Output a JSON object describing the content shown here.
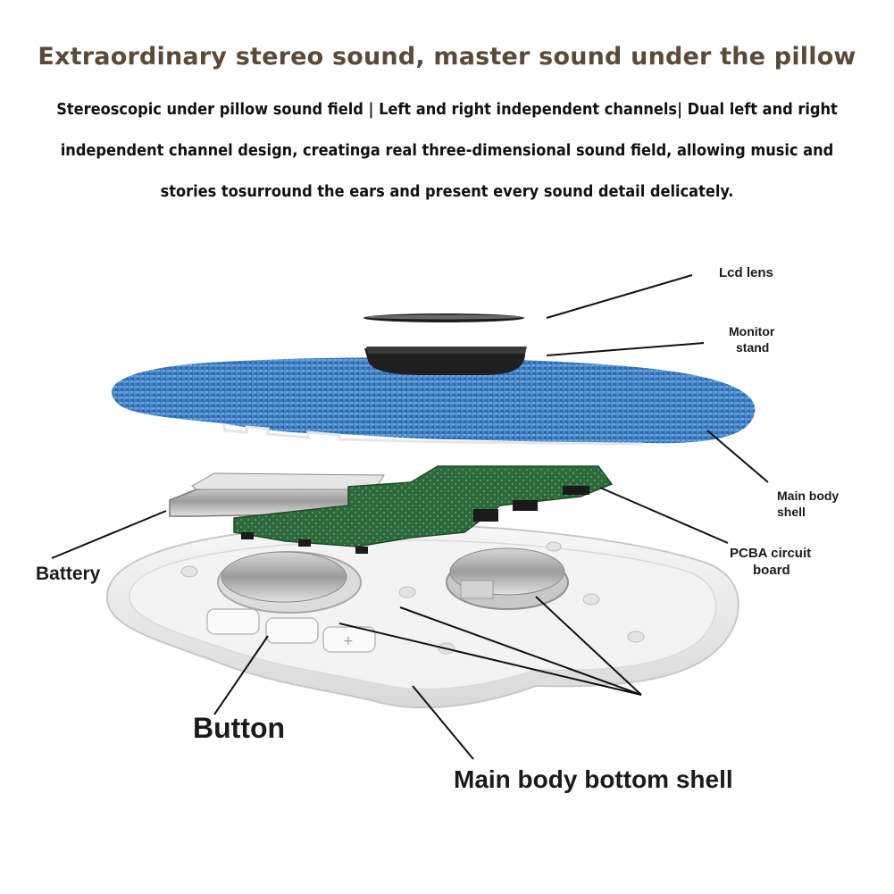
{
  "header": {
    "title": "Extraordinary stereo sound, master sound under the pillow",
    "description_lines": [
      "Stereoscopic under pillow sound field | Left and right independent channels| Dual  left and right",
      "independent channel design, creatinga real three-dimensional sound field, allowing music and",
      "stories tosurround the ears and present every sound detail delicately."
    ]
  },
  "labels": {
    "lcd_lens": "Lcd lens",
    "monitor_stand": [
      "Monitor",
      "stand"
    ],
    "main_body_shell": [
      "Main body",
      "shell"
    ],
    "pcba": [
      "PCBA circuit",
      "board"
    ],
    "battery": "Battery",
    "button": "Button",
    "bottom_shell": "Main body bottom shell"
  },
  "colors": {
    "title": "#5b4a3a",
    "fabric": "#3f7fc4",
    "pcb": "#2f6b3a",
    "shell": "#eeeeee"
  }
}
